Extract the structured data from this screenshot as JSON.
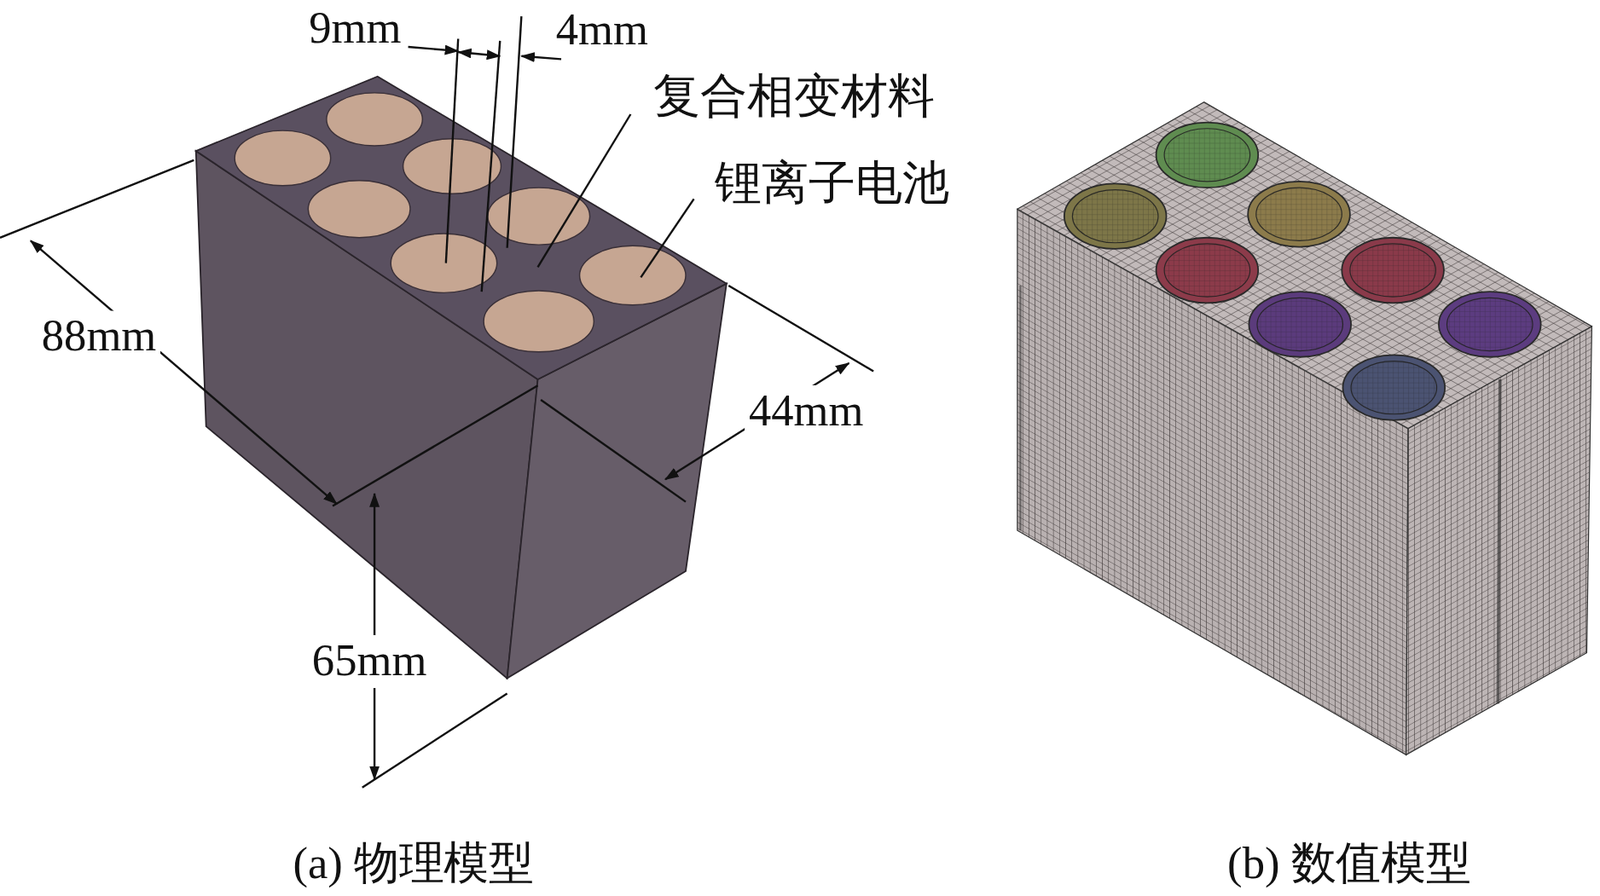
{
  "diagram": {
    "labels": [
      "9mm",
      "4mm",
      "复合相变材料",
      "锂离子电池",
      "88mm",
      "44mm",
      "65mm",
      "(a) 物理模型",
      "(b) 数值模型"
    ]
  }
}
